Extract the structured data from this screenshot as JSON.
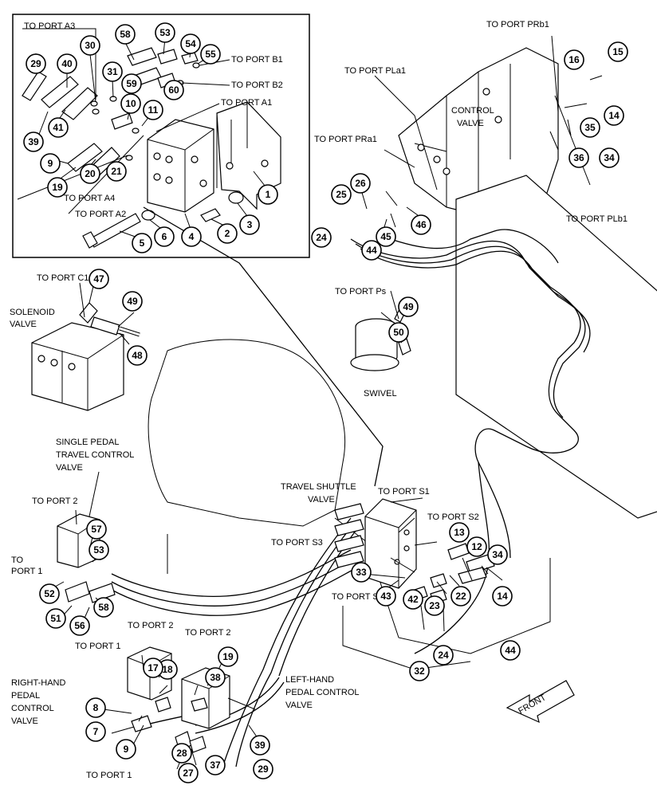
{
  "title": "",
  "labels": [
    {
      "id": "to-port-a3",
      "text": "TO PORT A3"
    },
    {
      "id": "to-port-b1",
      "text": "TO PORT B1"
    },
    {
      "id": "to-port-b2",
      "text": "TO PORT B2"
    },
    {
      "id": "to-port-a1",
      "text": "TO PORT A1"
    },
    {
      "id": "to-port-a4",
      "text": "TO PORT A4"
    },
    {
      "id": "to-port-a2",
      "text": "TO PORT A2"
    },
    {
      "id": "to-port-prb1",
      "text": "TO PORT PRb1"
    },
    {
      "id": "to-port-pla1",
      "text": "TO PORT PLa1"
    },
    {
      "id": "control-valve-1",
      "text": "CONTROL"
    },
    {
      "id": "control-valve-2",
      "text": "VALVE"
    },
    {
      "id": "to-port-pra1",
      "text": "TO PORT PRa1"
    },
    {
      "id": "to-port-plb1",
      "text": "TO PORT PLb1"
    },
    {
      "id": "to-port-c1",
      "text": "TO PORT C1"
    },
    {
      "id": "solenoid-1",
      "text": "SOLENOID"
    },
    {
      "id": "solenoid-2",
      "text": "VALVE"
    },
    {
      "id": "to-port-ps",
      "text": "TO PORT Ps"
    },
    {
      "id": "swivel",
      "text": "SWIVEL"
    },
    {
      "id": "single-pedal-1",
      "text": "SINGLE PEDAL"
    },
    {
      "id": "single-pedal-2",
      "text": "TRAVEL CONTROL"
    },
    {
      "id": "single-pedal-3",
      "text": "VALVE"
    },
    {
      "id": "travel-shuttle-1",
      "text": "TRAVEL SHUTTLE"
    },
    {
      "id": "travel-shuttle-2",
      "text": "VALVE"
    },
    {
      "id": "to-port-s1",
      "text": "TO PORT S1"
    },
    {
      "id": "to-port-s2",
      "text": "TO PORT S2"
    },
    {
      "id": "to-port-s3",
      "text": "TO PORT S3"
    },
    {
      "id": "to-port-s4",
      "text": "TO PORT S4"
    },
    {
      "id": "to-port-2-a",
      "text": "TO PORT 2"
    },
    {
      "id": "to-port-1-a1",
      "text": "TO"
    },
    {
      "id": "to-port-1-a2",
      "text": "PORT 1"
    },
    {
      "id": "to-port-1-b",
      "text": "TO PORT 1"
    },
    {
      "id": "to-port-2-b",
      "text": "TO PORT 2"
    },
    {
      "id": "to-port-2-c",
      "text": "TO PORT 2"
    },
    {
      "id": "rh-pedal-1",
      "text": "RIGHT-HAND"
    },
    {
      "id": "rh-pedal-2",
      "text": "PEDAL"
    },
    {
      "id": "rh-pedal-3",
      "text": "CONTROL"
    },
    {
      "id": "rh-pedal-4",
      "text": "VALVE"
    },
    {
      "id": "lh-pedal-1",
      "text": "LEFT-HAND"
    },
    {
      "id": "lh-pedal-2",
      "text": "PEDAL CONTROL"
    },
    {
      "id": "lh-pedal-3",
      "text": "VALVE"
    },
    {
      "id": "to-port-1-c",
      "text": "TO PORT 1"
    },
    {
      "id": "front",
      "text": "FRONT"
    }
  ],
  "callouts": [
    "30",
    "58",
    "53",
    "54",
    "55",
    "29",
    "40",
    "31",
    "59",
    "60",
    "11",
    "10",
    "39",
    "41",
    "9",
    "20",
    "21",
    "19",
    "1",
    "2",
    "3",
    "4",
    "5",
    "6",
    "47",
    "49",
    "48",
    "16",
    "15",
    "35",
    "14",
    "36",
    "34",
    "26",
    "25",
    "46",
    "45",
    "24",
    "44",
    "49",
    "50",
    "57",
    "53",
    "52",
    "51",
    "56",
    "58",
    "13",
    "12",
    "34",
    "33",
    "43",
    "42",
    "23",
    "22",
    "14",
    "32",
    "24",
    "44",
    "18",
    "17",
    "19",
    "38",
    "8",
    "7",
    "9",
    "28",
    "27",
    "37",
    "39",
    "29"
  ]
}
